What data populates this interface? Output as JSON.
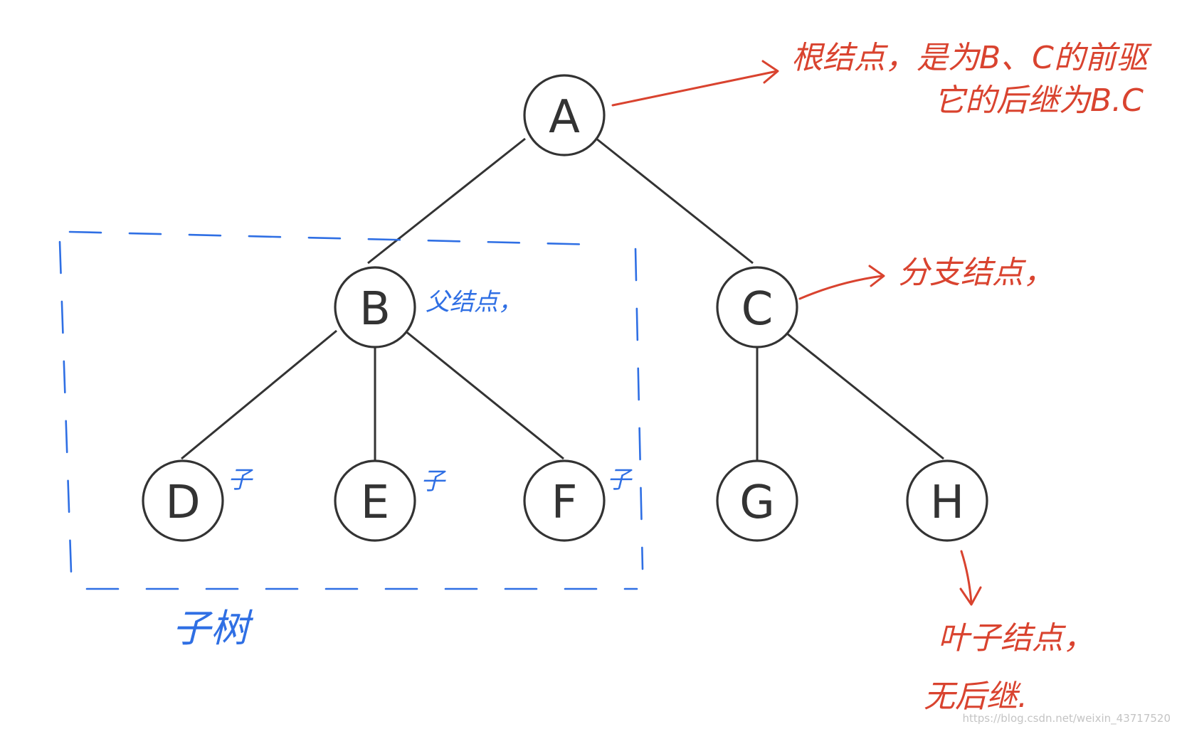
{
  "colors": {
    "node_stroke": "#333333",
    "annotation_red": "#d9432f",
    "annotation_blue": "#2f6fe4",
    "watermark": "#c4c4c4"
  },
  "nodes": {
    "A": "A",
    "B": "B",
    "C": "C",
    "D": "D",
    "E": "E",
    "F": "F",
    "G": "G",
    "H": "H"
  },
  "annotations": {
    "root_line1": "根结点，是为B、C的前驱",
    "root_line2": "它的后继为B.C",
    "branch": "分支结点，",
    "parent": "父结点，",
    "child_d": "子",
    "child_e": "子",
    "child_f": "子",
    "subtree": "子树",
    "leaf_line1": "叶子结点，",
    "leaf_line2": "无后继."
  },
  "watermark": "https://blog.csdn.net/weixin_43717520"
}
